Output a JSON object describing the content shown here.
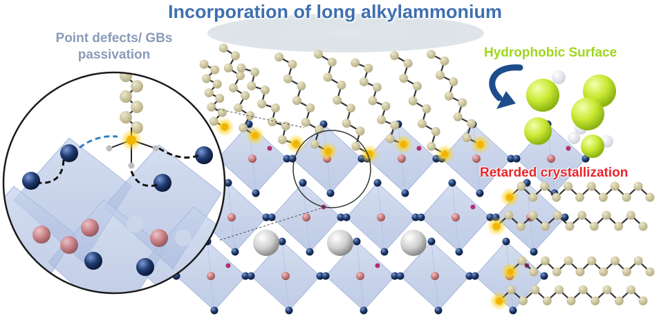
{
  "labels": {
    "title": "Incorporation of long alkylammonium",
    "defects_line1": "Point defects/ GBs",
    "defects_line2": "passivation",
    "hydrophobic": "Hydrophobic Surface",
    "retarded": "Retarded crystallization"
  },
  "colors": {
    "title": "#3f6fb0",
    "defects": "#8a9bb8",
    "hydrophobic": "#9fd61c",
    "retarded": "#e8262c",
    "chain_bead": "#cfc79e",
    "chain_bond": "#333333",
    "anchor_glow": "#ffd21a",
    "halide_atom": "#1f3b70",
    "lead_atom": "#c86a6a",
    "fluorine_atom": "#c9e832",
    "cation_sphere": "#d0d0d0"
  },
  "icons": {
    "curved_arrow": "curved-arrow-icon"
  }
}
